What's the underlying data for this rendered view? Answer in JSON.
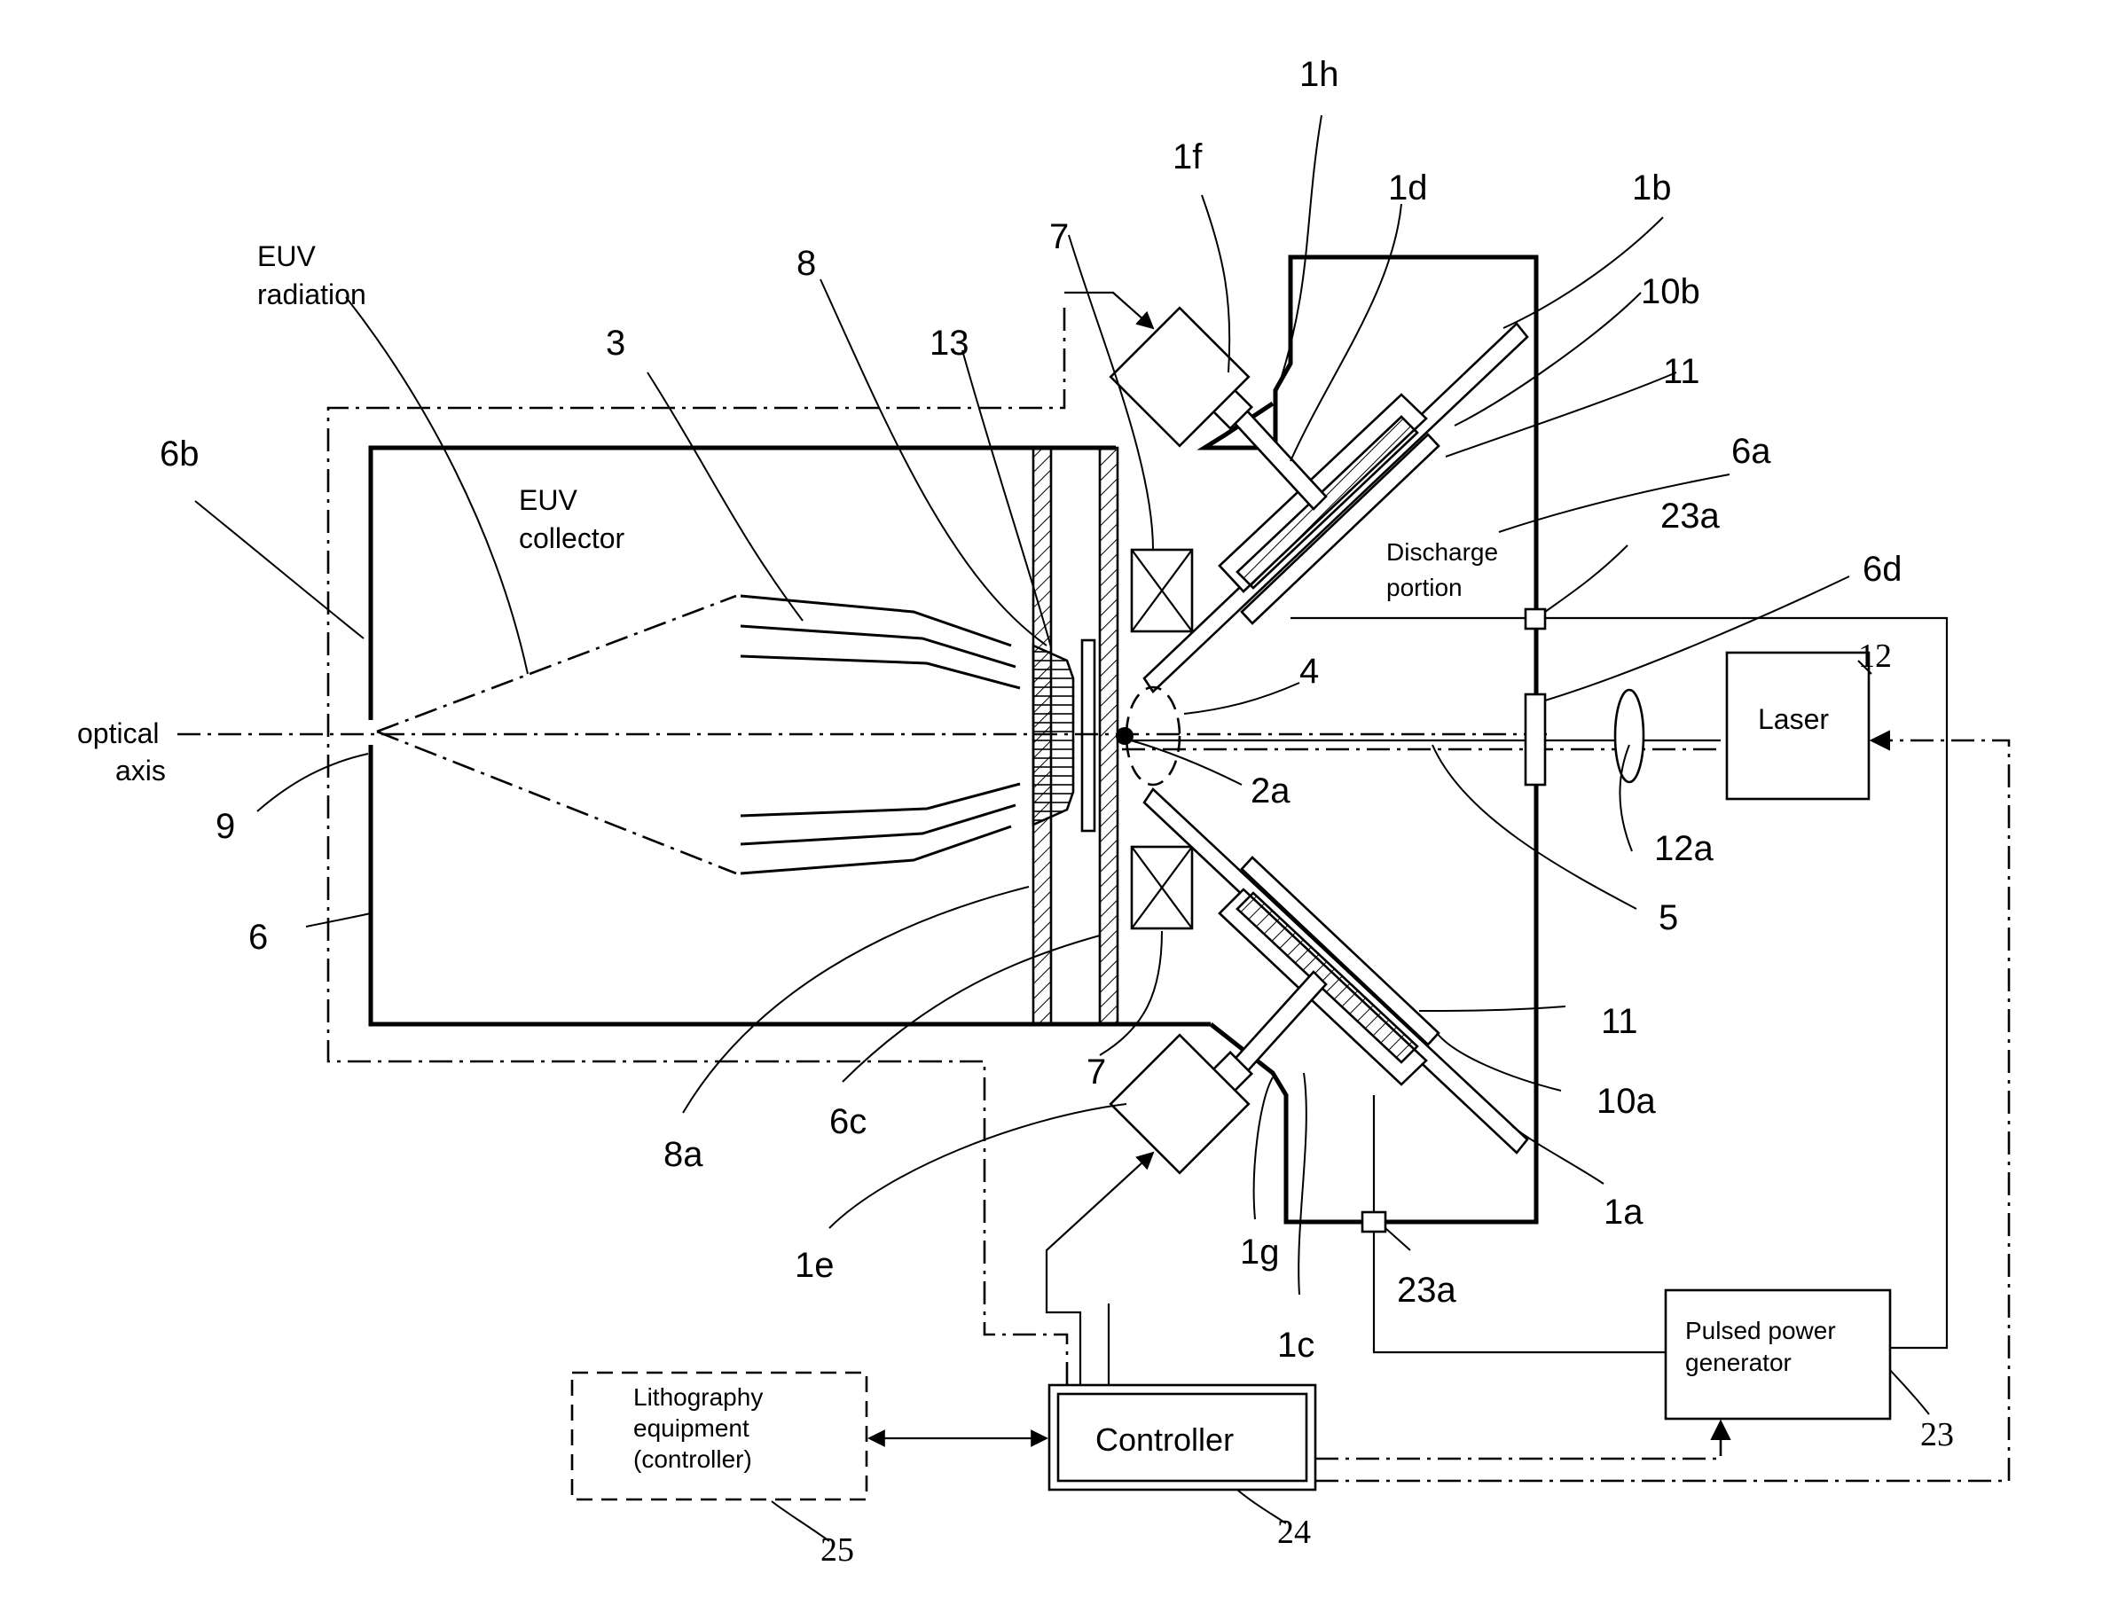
{
  "labels": {
    "l_1h": "1h",
    "l_1f": "1f",
    "l_1d": "1d",
    "l_1b": "1b",
    "l_10b": "10b",
    "l_11_top": "11",
    "l_6a": "6a",
    "l_23a_top": "23a",
    "l_6d": "6d",
    "l_12": "12",
    "l_7_top": "7",
    "l_8": "8",
    "l_13": "13",
    "l_3": "3",
    "l_6b": "6b",
    "l_4": "4",
    "l_2a": "2a",
    "l_9": "9",
    "l_6": "6",
    "l_12a": "12a",
    "l_5": "5",
    "l_11_bot": "11",
    "l_10a": "10a",
    "l_7_bot": "7",
    "l_8a": "8a",
    "l_6c": "6c",
    "l_1a": "1a",
    "l_1e": "1e",
    "l_1g": "1g",
    "l_23a_bot": "23a",
    "l_1c": "1c",
    "l_23": "23",
    "l_24": "24",
    "l_25": "25"
  },
  "captions": {
    "euv_radiation_1": "EUV",
    "euv_radiation_2": "radiation",
    "euv_collector_1": "EUV",
    "euv_collector_2": "collector",
    "optical_axis_1": "optical",
    "optical_axis_2": "axis",
    "discharge_1": "Discharge",
    "discharge_2": "portion"
  },
  "boxes": {
    "laser": "Laser",
    "pulsed_1": "Pulsed power",
    "pulsed_2": "generator",
    "controller": "Controller",
    "litho_1": "Lithography",
    "litho_2": "equipment",
    "litho_3": "(controller)"
  }
}
